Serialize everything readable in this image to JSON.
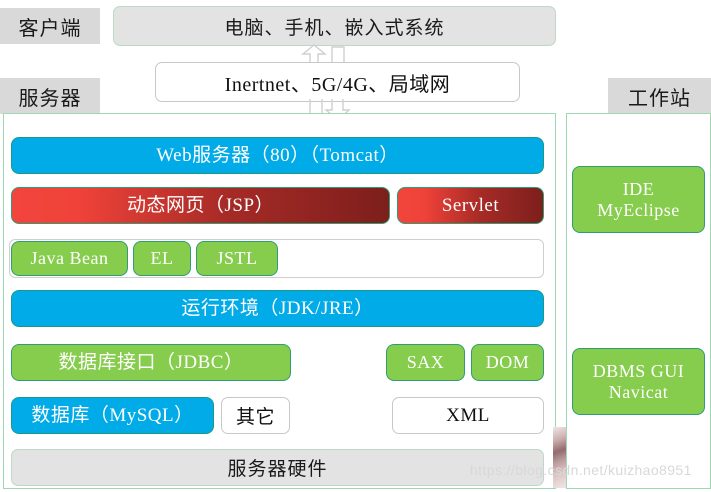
{
  "labels": {
    "client": "客户端",
    "server": "服务器",
    "workstation": "工作站"
  },
  "client": {
    "devices": "电脑、手机、嵌入式系统"
  },
  "network": {
    "label": "Inertnet、5G/4G、局域网",
    "arrow_up_icon": "arrow-up-icon",
    "arrow_down_icon": "arrow-down-icon",
    "bar_icon": "bar-icon"
  },
  "server_stack": {
    "web_server": "Web服务器（80）（Tomcat）",
    "jsp": "动态网页（JSP）",
    "servlet": "Servlet",
    "tags": [
      "Java Bean",
      "EL",
      "JSTL"
    ],
    "runtime": "运行环境（JDK/JRE）",
    "jdbc": "数据库接口（JDBC）",
    "parsers": [
      "SAX",
      "DOM"
    ],
    "database": "数据库（MySQL）",
    "other": "其它",
    "xml": "XML",
    "hardware": "服务器硬件"
  },
  "workstation": {
    "ide": "IDE\nMyEclipse",
    "ide_line1": "IDE",
    "ide_line2": "MyEclipse",
    "dbms_line1": "DBMS GUI",
    "dbms_line2": "Navicat"
  },
  "watermark": {
    "text": "https://blog.csdn.net/kuizhao8951"
  },
  "colors": {
    "blue": "#00abe8",
    "green": "#86cc4d",
    "red_light": "#f2453d",
    "red_dark": "#7d1f1c",
    "grey_bar": "#e3e3e3",
    "panel_border": "#9ed9b4",
    "side_label_bg": "#d9d9d9"
  }
}
